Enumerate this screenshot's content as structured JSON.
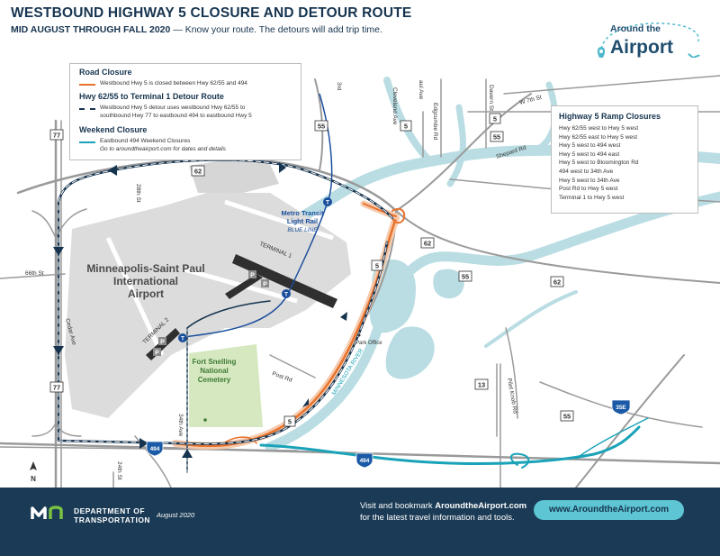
{
  "header": {
    "title": "WESTBOUND HIGHWAY 5 CLOSURE AND DETOUR ROUTE",
    "subtitle_bold": "MID AUGUST THROUGH FALL 2020",
    "subtitle_rest": " — Know your route. The detours will add trip time."
  },
  "logo": {
    "line1": "Around the",
    "line2": "Airport"
  },
  "legend": {
    "road_closure": {
      "heading": "Road Closure",
      "text": "Westbound Hwy 5 is closed between Hwy 62/55 and 494"
    },
    "detour": {
      "heading": "Hwy 62/55 to Terminal 1 Detour Route",
      "text1": "Westbound Hwy 5 detour uses westbound Hwy 62/55 to",
      "text2": "southbound Hwy 77 to eastbound 494 to eastbound Hwy 5"
    },
    "weekend": {
      "heading": "Weekend Closure",
      "text1": "Eastbound 494 Weekend Closures",
      "text2": "Go to aroundtheairport.com for dates and details"
    }
  },
  "ramp_closures": {
    "heading": "Highway 5 Ramp Closures",
    "items": [
      "Hwy 62/55 west to Hwy 5 west",
      "Hwy 62/55 east to Hwy 5 west",
      "Hwy 5 west to 494 west",
      "Hwy 5 west to 494 east",
      "Hwy 5 west to Bloomington Rd",
      "494 west to 34th Ave",
      "Hwy 5 west to 34th Ave",
      "Post Rd to Hwy 5 west",
      "Terminal 1 to Hwy 5 west"
    ]
  },
  "map_labels": {
    "airport_line1": "Minneapolis-Saint Paul",
    "airport_line2": "International",
    "airport_line3": "Airport",
    "terminal1": "TERMINAL 1",
    "terminal2": "TERMINAL 2",
    "metro_line1": "Metro Transit",
    "metro_line2": "Light Rail",
    "blue_line": "BLUE LINE",
    "cemetery1": "Fort Snelling",
    "cemetery2": "National",
    "cemetery3": "Cemetery",
    "park_office": "Park Office",
    "minnesota_river": "MINNESOTA RIVER",
    "post_rd": "Post Rd",
    "ave34": "34th Ave",
    "st28": "28th St",
    "st66": "66th St",
    "cedar": "Cedar Ave",
    "st24": "24th St",
    "cleveland": "Cleveland Ave",
    "edgcumbe": "Edgcumbe Rd",
    "davern": "Davern St",
    "w7th": "W 7th St",
    "shepard": "Shepard Rd",
    "pilot_knob": "Pilot Knob Rd",
    "north": "N",
    "frag_3rd": "3rd",
    "frag_aul": "aul Ave"
  },
  "shields": {
    "hwy77a": "77",
    "hwy77b": "77",
    "hwy62a": "62",
    "hwy62b": "62",
    "hwy62c": "62",
    "hwy55a": "55",
    "hwy55b": "55",
    "hwy55c": "55",
    "hwy55d": "55",
    "hwy5a": "5",
    "hwy5b": "5",
    "hwy5c": "5",
    "hwy5d": "5",
    "i494a": "494",
    "i494b": "494",
    "hwy13": "13",
    "i35e": "35E"
  },
  "footer": {
    "dept_line1": "DEPARTMENT OF",
    "dept_line2": "TRANSPORTATION",
    "date": "August 2020",
    "visit_pre": "Visit and bookmark ",
    "visit_bold": "AroundtheAirport.com",
    "visit_line2": "for the latest travel information and tools.",
    "url": "www.AroundtheAirport.com"
  },
  "colors": {
    "navy": "#16344f",
    "closure_orange": "#e8722c",
    "weekend_teal": "#1aa3b8",
    "river": "#b9dde3",
    "airport_gray": "#d7d7d7",
    "cemetery_green": "#d5e8c0",
    "footer_bg": "#1a3a55",
    "button_teal": "#5dc5d3"
  },
  "icons": [
    "north-arrow-icon",
    "airplane-icon",
    "location-pin-icon",
    "light-rail-icon",
    "parking-icon",
    "direction-arrow-icon"
  ]
}
